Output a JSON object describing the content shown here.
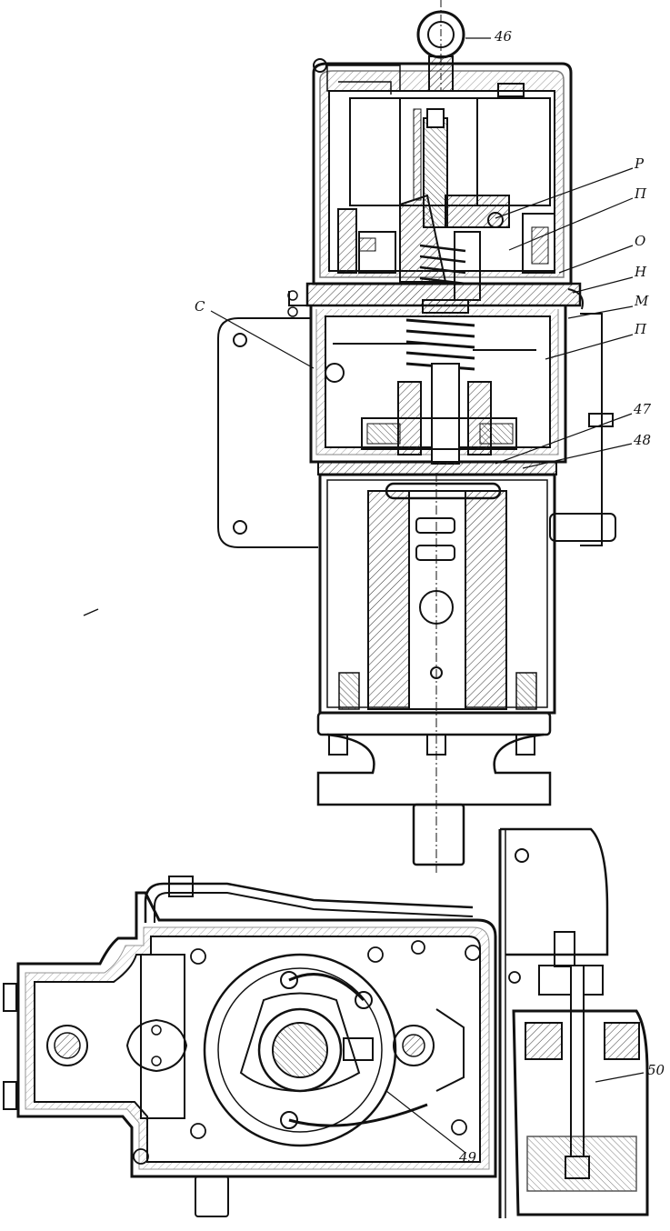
{
  "labels": {
    "l46": "46",
    "lP": "Р",
    "lPi1": "П",
    "lO": "О",
    "lN": "Н",
    "lM": "М",
    "lPi2": "П",
    "lC": "С",
    "l47": "47",
    "l48": "48",
    "l49": "49",
    "l50": "50"
  }
}
